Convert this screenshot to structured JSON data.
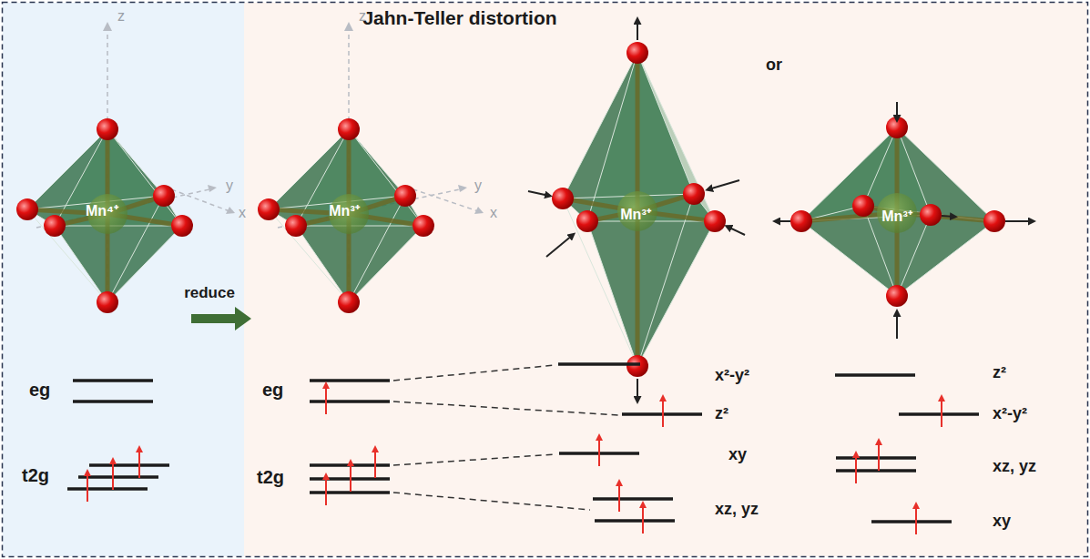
{
  "diagram": {
    "title": "Jahn-Teller distortion",
    "labels": [
      "z",
      "y",
      "x",
      "Mn⁴⁺",
      "reduce",
      "z",
      "y",
      "x",
      "Mn³⁺",
      "Mn³⁺",
      "or",
      "Mn³⁺",
      "eg",
      "t2g",
      "eg",
      "t2g",
      "x²-y²",
      "z²",
      "xy",
      "xz, yz",
      "z²",
      "x²-y²",
      "xz, yz",
      "xy"
    ]
  }
}
